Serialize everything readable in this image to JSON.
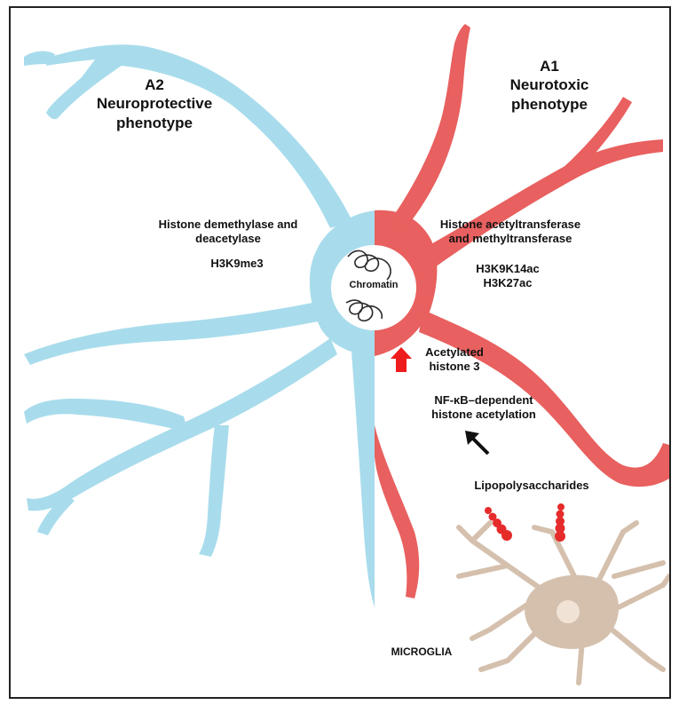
{
  "title_a2_line1": "A2",
  "title_a2_line2": "Neuroprotective",
  "title_a2_line3": "phenotype",
  "title_a1_line1": "A1",
  "title_a1_line2": "Neurotoxic",
  "title_a1_line3": "phenotype",
  "a2_enzymes_line1": "Histone demethylase and",
  "a2_enzymes_line2": "deacetylase",
  "a2_mark": "H3K9me3",
  "a1_enzymes_line1": "Histone acetyltransferase",
  "a1_enzymes_line2": "and methyltransferase",
  "a1_mark_1": "H3K9K14ac",
  "a1_mark_2": "H3K27ac",
  "chromatin_label": "Chromatin",
  "acetylated_line1": "Acetylated",
  "acetylated_line2": "histone 3",
  "nfkb_line1": "NF-κB–dependent",
  "nfkb_line2": "histone acetylation",
  "lps_label": "Lipopolysaccharides",
  "microglia_label": "MICROGLIA",
  "colors": {
    "a2_blue": "#a8dcec",
    "a1_red": "#e8605f",
    "microglia_tan": "#d4c0ad",
    "microglia_nucleus": "#f1e2d6",
    "lps_red": "#e62b2b",
    "arrow_red": "#ee1c1c",
    "arrow_black": "#111111"
  }
}
